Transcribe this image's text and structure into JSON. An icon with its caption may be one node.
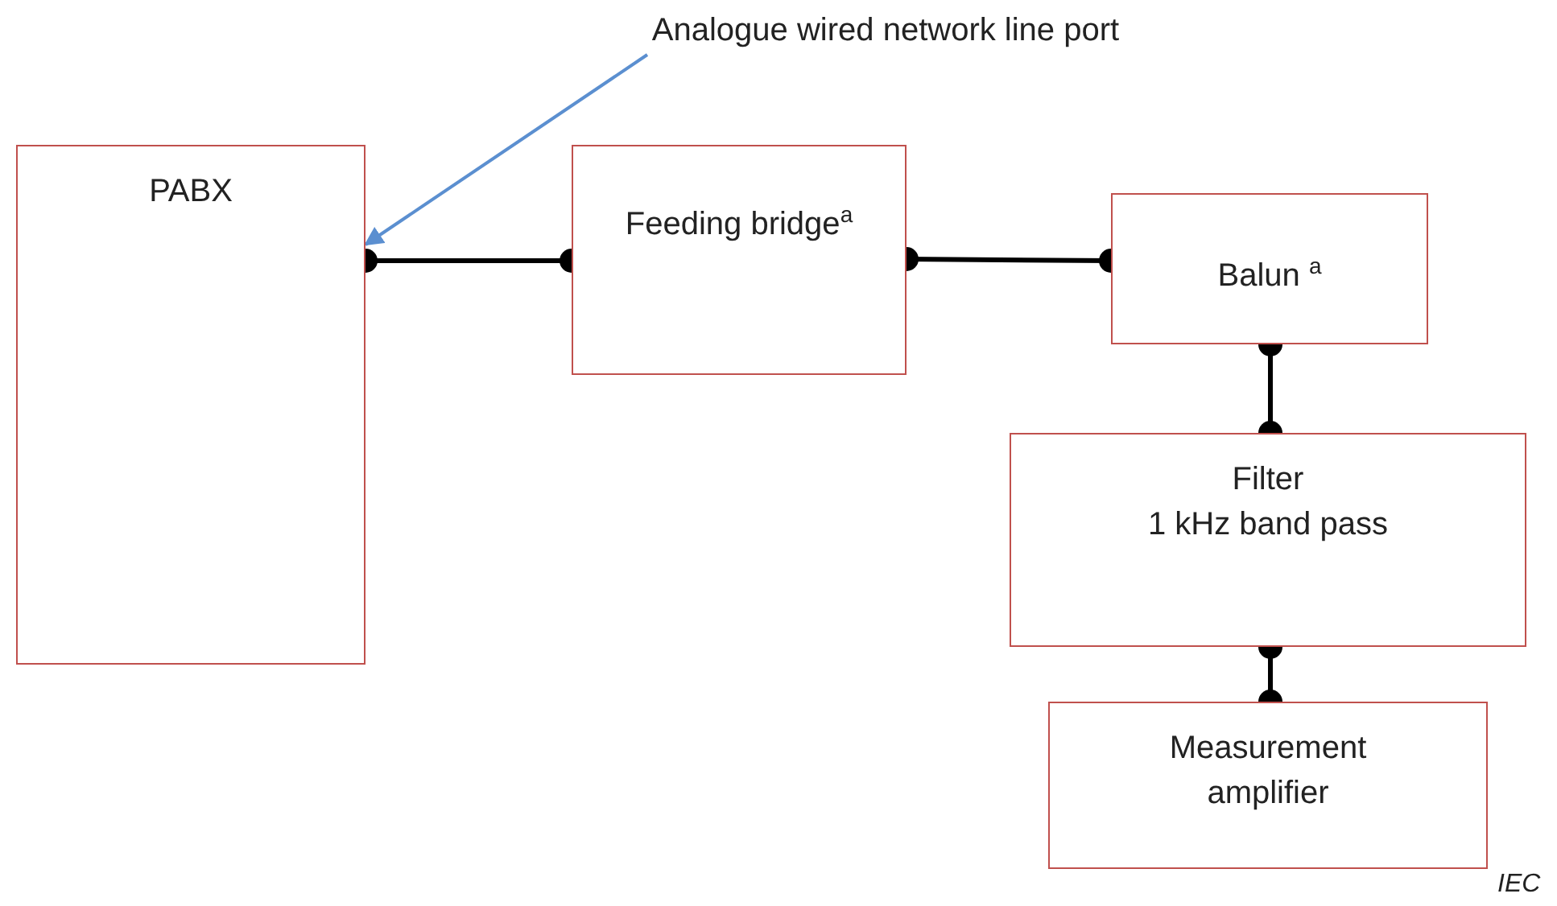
{
  "diagram": {
    "nodes": [
      {
        "text": [
          "PABX"
        ]
      },
      {
        "text": [
          "Feeding bridge$^{a}$"
        ]
      },
      {
        "text": [
          "Balun $^{a}$"
        ]
      },
      {
        "text": [
          "Filter",
          "1 kHz band pass"
        ]
      },
      {
        "text": [
          "Measurement amplifier"
        ]
      },
      {
        "text": [
          "Analogue wired network line port"
        ]
      }
    ],
    "edges": [
      {
        "from": 0,
        "to": 1,
        "arrow": "other"
      },
      {
        "from": 1,
        "to": 2,
        "arrow": "other"
      },
      {
        "from": 2,
        "to": 3,
        "arrow": "other"
      },
      {
        "from": 3,
        "to": 4,
        "arrow": "other"
      },
      {
        "from": 5,
        "to": 0,
        "arrow": "to",
        "color": "#5b8fd0"
      }
    ],
    "labels": [
      "IEC"
    ]
  }
}
